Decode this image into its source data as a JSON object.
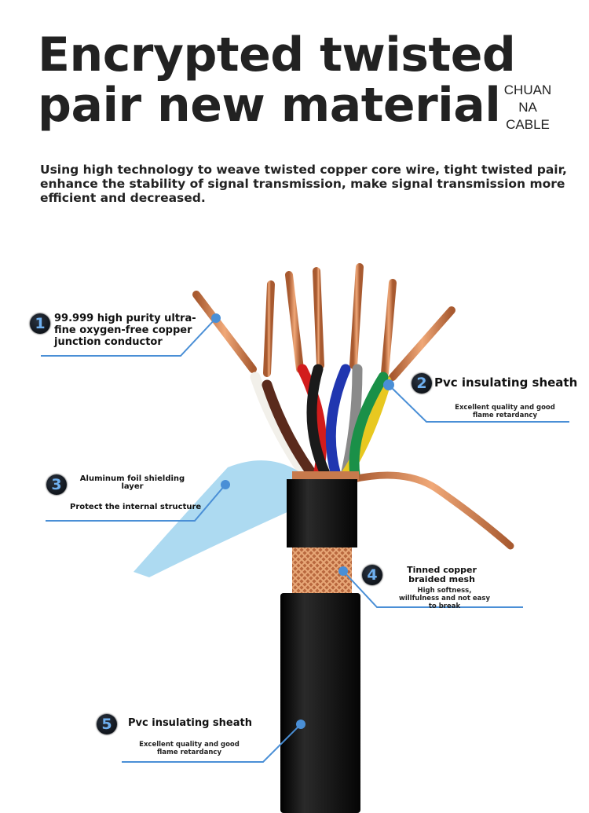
{
  "header": {
    "title_line1": "Encrypted twisted",
    "title_line2": "pair new material",
    "brand": [
      "CHUAN",
      "NA",
      "CABLE"
    ]
  },
  "subtitle": "Using high technology to weave twisted copper core wire, tight twisted pair, enhance the stability of signal transmission, make signal transmission more efficient and decreased.",
  "callouts": [
    {
      "num": "1",
      "title": "99.999 high purity ultra-fine oxygen-free copper junction conductor"
    },
    {
      "num": "2",
      "title": "Pvc insulating sheath",
      "desc": "Excellent quality and good flame retardancy"
    },
    {
      "num": "3",
      "title": "Aluminum foil shielding layer",
      "desc": "Protect the internal structure"
    },
    {
      "num": "4",
      "title": "Tinned copper braided mesh",
      "desc": "High softness, willfulness and not easy to break"
    },
    {
      "num": "5",
      "title": "Pvc insulating sheath",
      "desc": "Excellent quality and good flame retardancy"
    }
  ],
  "colors": {
    "accent": "#4a8fd6",
    "copper": "#c8744a",
    "jacket": "#111111"
  }
}
